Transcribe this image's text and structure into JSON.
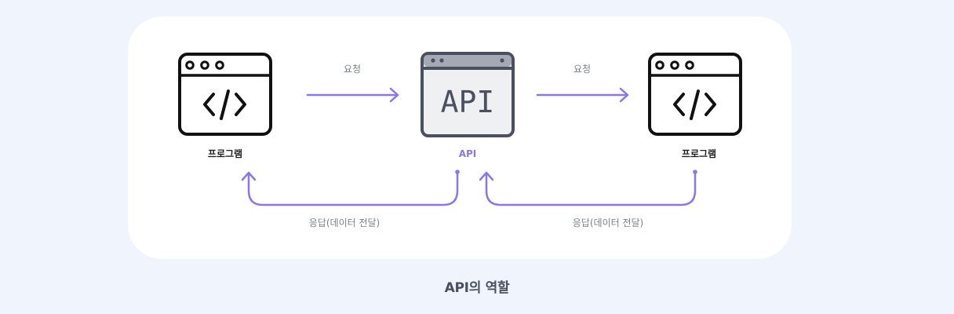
{
  "diagram": {
    "left_program_label": "프로그램",
    "center_api_label": "API",
    "right_program_label": "프로그램",
    "api_icon_text": "API",
    "request_label_left": "요청",
    "request_label_right": "요청",
    "response_label_left": "응답(데이터 전달)",
    "response_label_right": "응답(데이터 전달)"
  },
  "caption": "API의 역할",
  "colors": {
    "background": "#f0f4fc",
    "card": "#ffffff",
    "arrow": "#8b77e8",
    "accent_text": "#8b77e8",
    "icon_stroke": "#111111",
    "api_icon_fill": "#eef0f2",
    "api_icon_stroke": "#4b5060",
    "api_titlebar": "#a4a9b3"
  },
  "icons": [
    "code-window-icon",
    "api-window-icon",
    "code-window-icon",
    "arrow-right-icon",
    "arrow-up-icon"
  ]
}
